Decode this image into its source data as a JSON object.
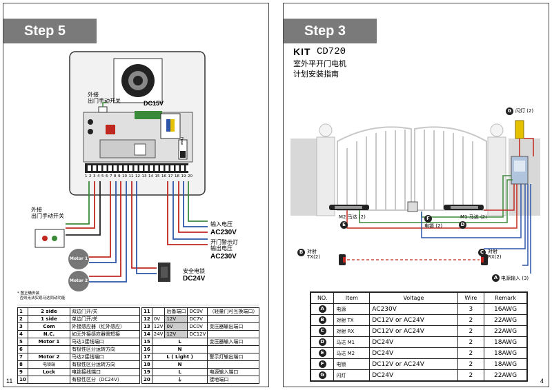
{
  "left_page": {
    "step_label": "Step 5",
    "page_number": "11",
    "ext_switch_top": "外接\n出门手动开关",
    "dc15v": "DC15V",
    "ext_switch_left": "外接\n出门手动开关",
    "terminals": [
      "1",
      "2",
      "3",
      "4",
      "5",
      "6",
      "7",
      "8",
      "9",
      "10",
      "11",
      "12",
      "13",
      "14",
      "15",
      "16",
      "17",
      "18",
      "19",
      "20"
    ],
    "fuse": "Fuse",
    "motor1": "Motor 1",
    "motor2": "Motor 2",
    "input_voltage_label": "输入电压",
    "input_voltage_value": "AC230V",
    "warning_label": "开门警示灯\n输出电压",
    "warning_value": "AC230V",
    "lock_label": "安全电锁",
    "lock_value": "DC24V",
    "note": "* 图正确安装\n  否则无法实现马达同动功能",
    "left_table": [
      {
        "n": "1",
        "name": "2 side",
        "desc": "双边门开/关"
      },
      {
        "n": "2",
        "name": "1 side",
        "desc": "单边门开/关"
      },
      {
        "n": "3",
        "name": "Com",
        "desc": "外接感应器（红外感应）"
      },
      {
        "n": "4",
        "name": "N.C.",
        "desc": "如无外接感应器需短接"
      },
      {
        "n": "5",
        "name": "Motor 1",
        "desc": "马达1接线端口"
      },
      {
        "n": "6",
        "name": "",
        "desc": "有极性区分运转方向"
      },
      {
        "n": "7",
        "name": "Motor 2",
        "desc": "马达2接线端口"
      },
      {
        "n": "8",
        "name": "电锁端",
        "desc": "有极性区分运转方向"
      },
      {
        "n": "9",
        "name": "Lock",
        "desc": "电锁接线端口"
      },
      {
        "n": "10",
        "name": "",
        "desc": "有极性区分（DC24V）"
      }
    ],
    "right_table": [
      {
        "n": "11",
        "a": "",
        "b": "后备端口",
        "c": "DC9V",
        "d": "（轻量门可互换端口）"
      },
      {
        "n": "12",
        "a": "0V",
        "b": "12V",
        "c": "DC7V",
        "d": ""
      },
      {
        "n": "13",
        "a": "12V",
        "b": "0V",
        "c": "DC0V",
        "d": "变压器输出端口"
      },
      {
        "n": "14",
        "a": "24V",
        "b": "12V",
        "c": "DC12V",
        "d": ""
      },
      {
        "n": "15",
        "a": "L",
        "b": "",
        "c": "",
        "d": "变压器输入端口"
      },
      {
        "n": "16",
        "a": "N",
        "b": "",
        "c": "",
        "d": ""
      },
      {
        "n": "17",
        "a": "L ( Light )",
        "b": "",
        "c": "",
        "d": "警示灯输出端口"
      },
      {
        "n": "18",
        "a": "N",
        "b": "",
        "c": "",
        "d": ""
      },
      {
        "n": "19",
        "a": "L",
        "b": "",
        "c": "",
        "d": "电源输入端口"
      },
      {
        "n": "20",
        "a": "⏚",
        "b": "",
        "c": "",
        "d": "接地端口"
      }
    ]
  },
  "right_page": {
    "step_label": "Step 3",
    "page_number": "4",
    "kit": "KIT",
    "model": "CD720",
    "title_line1": "室外平开门电机",
    "title_line2": "计划安装指南",
    "labels": {
      "g": "闪灯 (2)",
      "m2": "M2 马达 (2)",
      "f": "电锁 (2)",
      "m1": "M1 马达 (2)",
      "b": "对射\nTX(2)",
      "c": "对射\nRX(2)",
      "a": "电源输入 (3)"
    },
    "table_headers": [
      "NO.",
      "Item",
      "Voltage",
      "Wire",
      "Remark"
    ],
    "table_rows": [
      {
        "no": "A",
        "item": "电源",
        "voltage": "AC230V",
        "wire": "3",
        "remark": "16AWG"
      },
      {
        "no": "B",
        "item": "对射   TX",
        "voltage": "DC12V or AC24V",
        "wire": "2",
        "remark": "22AWG"
      },
      {
        "no": "C",
        "item": "对射   RX",
        "voltage": "DC12V or AC24V",
        "wire": "2",
        "remark": "22AWG"
      },
      {
        "no": "D",
        "item": "马达  M1",
        "voltage": "DC24V",
        "wire": "2",
        "remark": "18AWG"
      },
      {
        "no": "E",
        "item": "马达  M2",
        "voltage": "DC24V",
        "wire": "2",
        "remark": "18AWG"
      },
      {
        "no": "F",
        "item": "电锁",
        "voltage": "DC12V or AC24V",
        "wire": "2",
        "remark": "18AWG"
      },
      {
        "no": "G",
        "item": "闪灯",
        "voltage": "DC24V",
        "wire": "2",
        "remark": "22AWG"
      }
    ]
  },
  "colors": {
    "tab": "#7a7a7a",
    "wire_red": "#c0281f",
    "wire_green": "#3a8a3a",
    "wire_blue": "#2d55a8",
    "wire_black": "#222222",
    "board": "#e8e8e8"
  }
}
